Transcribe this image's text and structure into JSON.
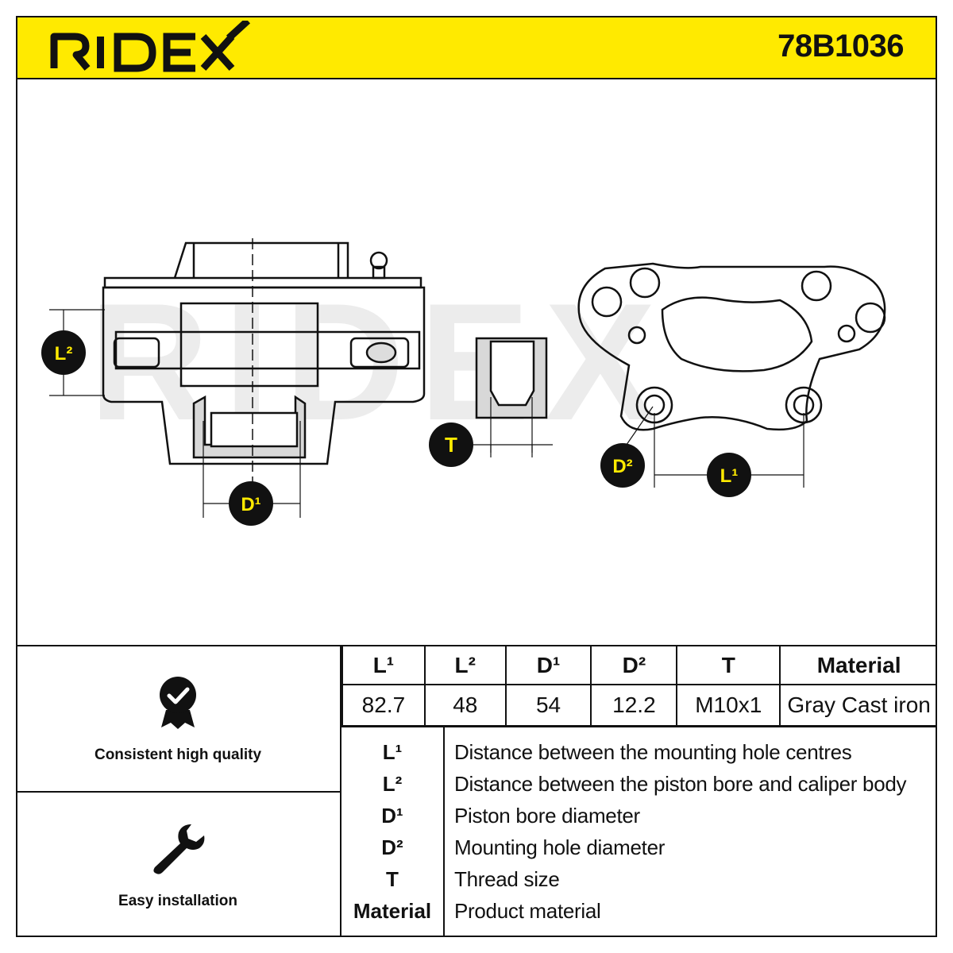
{
  "header": {
    "brand": "RIDEX",
    "part_number": "78B1036"
  },
  "drawing": {
    "labels": {
      "l1": "L¹",
      "l2": "L²",
      "d1": "D¹",
      "d2": "D²",
      "t": "T"
    },
    "watermark": "RIDEX"
  },
  "features": [
    {
      "label": "Consistent high quality",
      "icon": "quality-badge-icon"
    },
    {
      "label": "Easy installation",
      "icon": "wrench-icon"
    }
  ],
  "specs": {
    "headers": [
      "L¹",
      "L²",
      "D¹",
      "D²",
      "T",
      "Material"
    ],
    "values": [
      "82.7",
      "48",
      "54",
      "12.2",
      "M10x1",
      "Gray Cast iron"
    ]
  },
  "legend": [
    {
      "symbol": "L¹",
      "description": "Distance between the mounting hole centres"
    },
    {
      "symbol": "L²",
      "description": "Distance between the piston bore and caliper body"
    },
    {
      "symbol": "D¹",
      "description": "Piston bore diameter"
    },
    {
      "symbol": "D²",
      "description": "Mounting hole diameter"
    },
    {
      "symbol": "T",
      "description": "Thread size"
    },
    {
      "symbol": "Material",
      "description": "Product material"
    }
  ],
  "colors": {
    "accent": "#ffea00",
    "ink": "#111111",
    "watermark": "#ececec"
  }
}
